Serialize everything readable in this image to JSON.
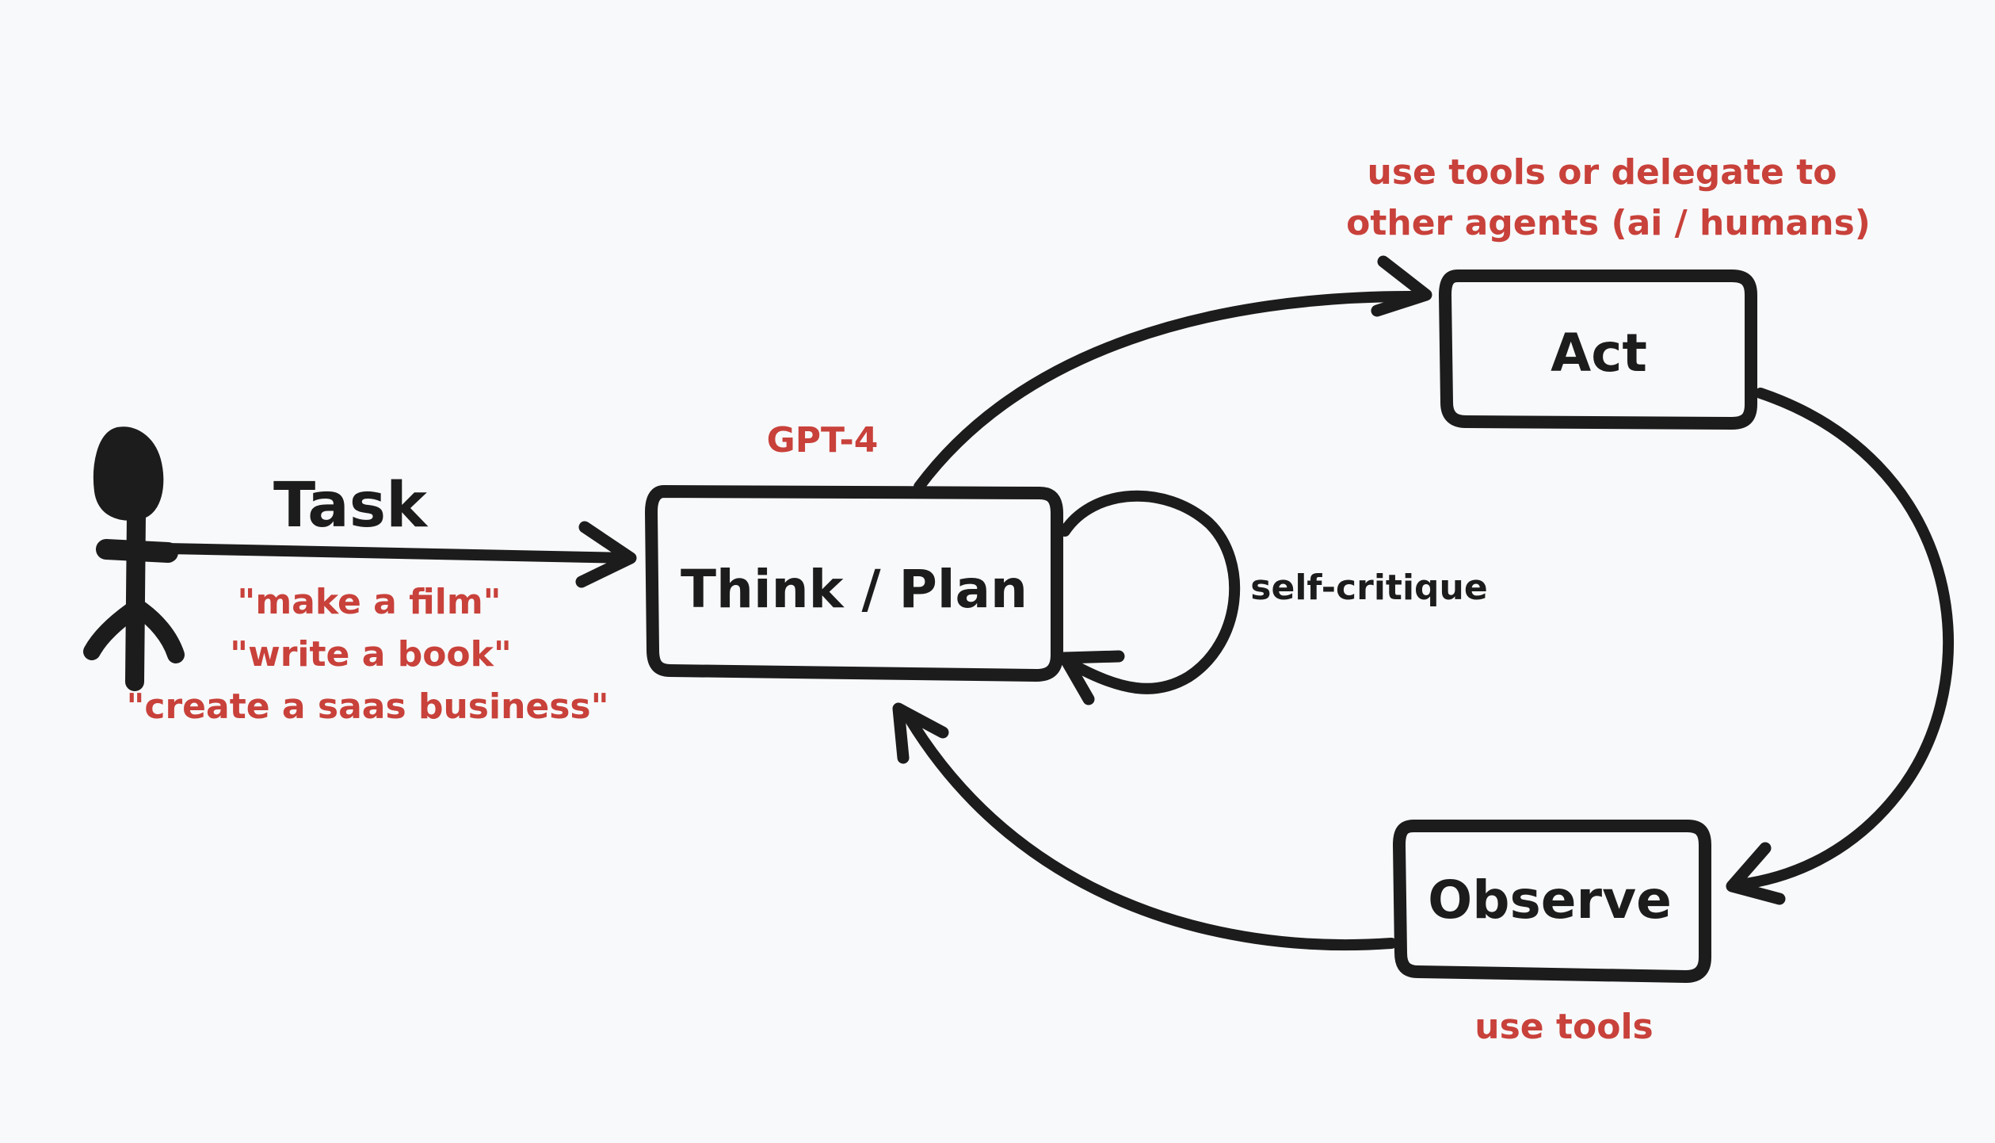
{
  "actor": {
    "icon": "stick-figure-icon"
  },
  "task": {
    "label": "Task",
    "examples": [
      "\"make a film\"",
      "\"write a book\"",
      "\"create a saas business\""
    ]
  },
  "think_plan": {
    "label": "Think / Plan",
    "model": "GPT-4"
  },
  "self_critique": {
    "label": "self-critique"
  },
  "act": {
    "label": "Act",
    "note_line1": "use tools or delegate to",
    "note_line2": "other agents (ai / humans)"
  },
  "observe": {
    "label": "Observe",
    "note": "use tools"
  },
  "colors": {
    "ink": "#1c1c1c",
    "accent": "#c8413a",
    "background": "#f8f9fb"
  }
}
